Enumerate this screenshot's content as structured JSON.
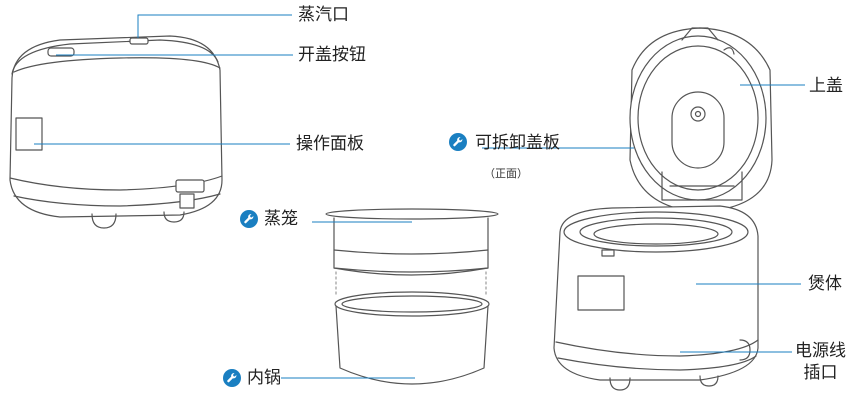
{
  "colors": {
    "accent": "#1a7fc1",
    "outline": "#555555",
    "leader": "#1a7fc1"
  },
  "icons": {
    "removable_part": "wrench-icon"
  },
  "labels": {
    "steam_vent": "蒸汽口",
    "lid_open_button": "开盖按钮",
    "control_panel": "操作面板",
    "top_lid": "上盖",
    "removable_inner_lid": "可拆卸盖板",
    "front_side_note": "（正面）",
    "steamer": "蒸笼",
    "body": "煲体",
    "inner_pot": "内锅",
    "power_socket_line1": "电源线",
    "power_socket_line2": "插口"
  }
}
